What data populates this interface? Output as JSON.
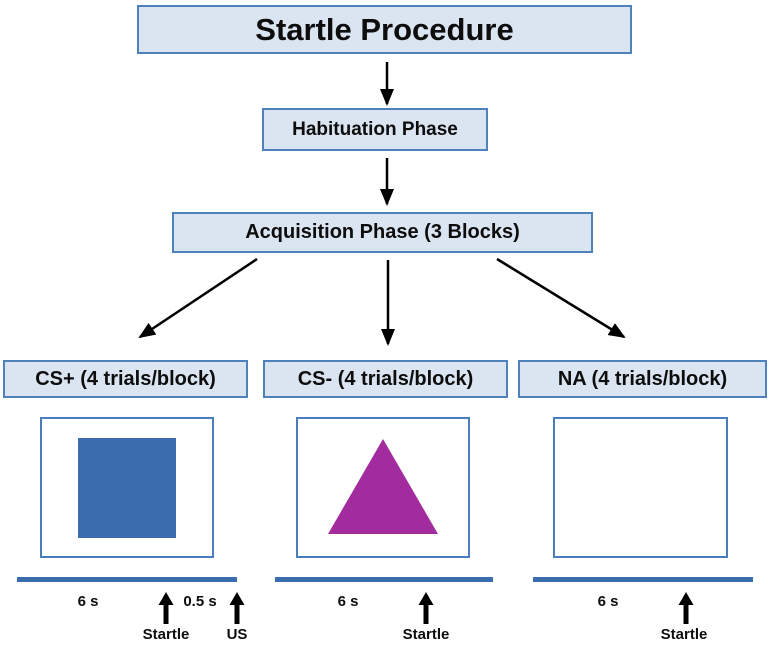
{
  "title": "Startle Procedure",
  "phases": {
    "habituation": "Habituation Phase",
    "acquisition": "Acquisition Phase (3 Blocks)"
  },
  "conditions": [
    {
      "label": "CS+ (4 trials/block)",
      "stimulus": "blue-square",
      "duration_label": "6 s",
      "startle_label": "Startle",
      "interval_label": "0.5 s",
      "us_label": "US"
    },
    {
      "label": "CS- (4 trials/block)",
      "stimulus": "purple-triangle",
      "duration_label": "6 s",
      "startle_label": "Startle"
    },
    {
      "label": "NA (4 trials/block)",
      "stimulus": "none",
      "duration_label": "6 s",
      "startle_label": "Startle"
    }
  ],
  "colors": {
    "box_fill": "#dbe4f1",
    "box_border": "#4f81bd",
    "square_fill": "#3a6cae",
    "triangle_fill": "#a22c9e",
    "timeline": "#3a6cb0",
    "arrow": "#000000"
  }
}
